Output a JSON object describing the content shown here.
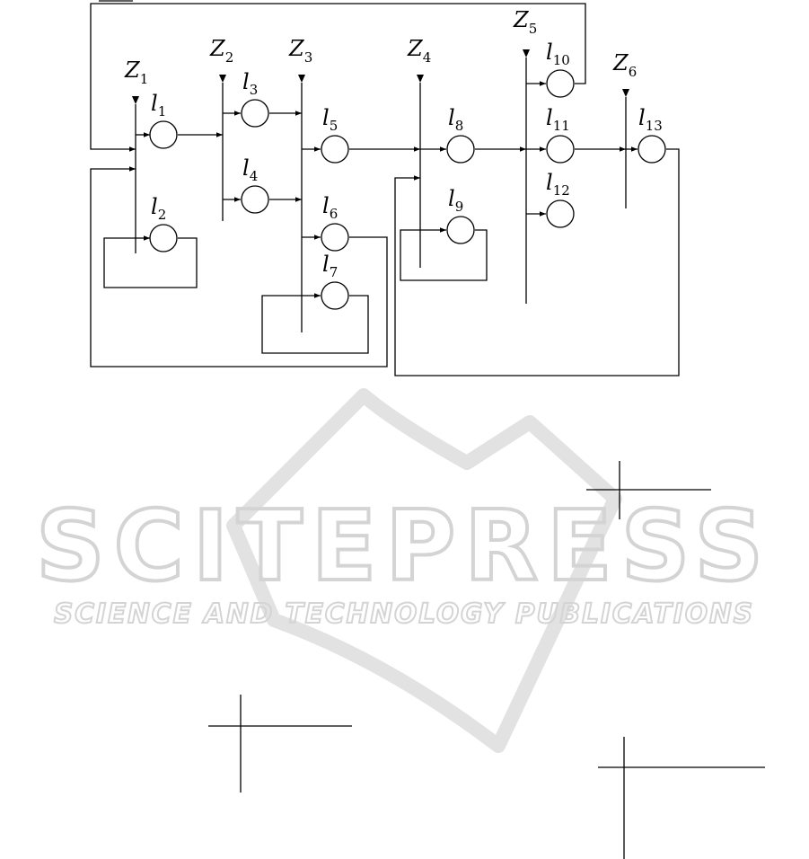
{
  "diagram": {
    "transitions": [
      {
        "id": "Z1",
        "base": "Z",
        "sub": "1"
      },
      {
        "id": "Z2",
        "base": "Z",
        "sub": "2"
      },
      {
        "id": "Z3",
        "base": "Z",
        "sub": "3"
      },
      {
        "id": "Z4",
        "base": "Z",
        "sub": "4"
      },
      {
        "id": "Z5",
        "base": "Z",
        "sub": "5"
      },
      {
        "id": "Z6",
        "base": "Z",
        "sub": "6"
      }
    ],
    "places": [
      {
        "id": "l1",
        "base": "l",
        "sub": "1"
      },
      {
        "id": "l2",
        "base": "l",
        "sub": "2"
      },
      {
        "id": "l3",
        "base": "l",
        "sub": "3"
      },
      {
        "id": "l4",
        "base": "l",
        "sub": "4"
      },
      {
        "id": "l5",
        "base": "l",
        "sub": "5"
      },
      {
        "id": "l6",
        "base": "l",
        "sub": "6"
      },
      {
        "id": "l7",
        "base": "l",
        "sub": "7"
      },
      {
        "id": "l8",
        "base": "l",
        "sub": "8"
      },
      {
        "id": "l9",
        "base": "l",
        "sub": "9"
      },
      {
        "id": "l10",
        "base": "l",
        "sub": "10"
      },
      {
        "id": "l11",
        "base": "l",
        "sub": "11"
      },
      {
        "id": "l12",
        "base": "l",
        "sub": "12"
      },
      {
        "id": "l13",
        "base": "l",
        "sub": "13"
      }
    ]
  },
  "watermark": {
    "logo_text": "SCITEPRESS",
    "tagline": "SCIENCE AND TECHNOLOGY PUBLICATIONS",
    "color": "#d4d4d4"
  }
}
